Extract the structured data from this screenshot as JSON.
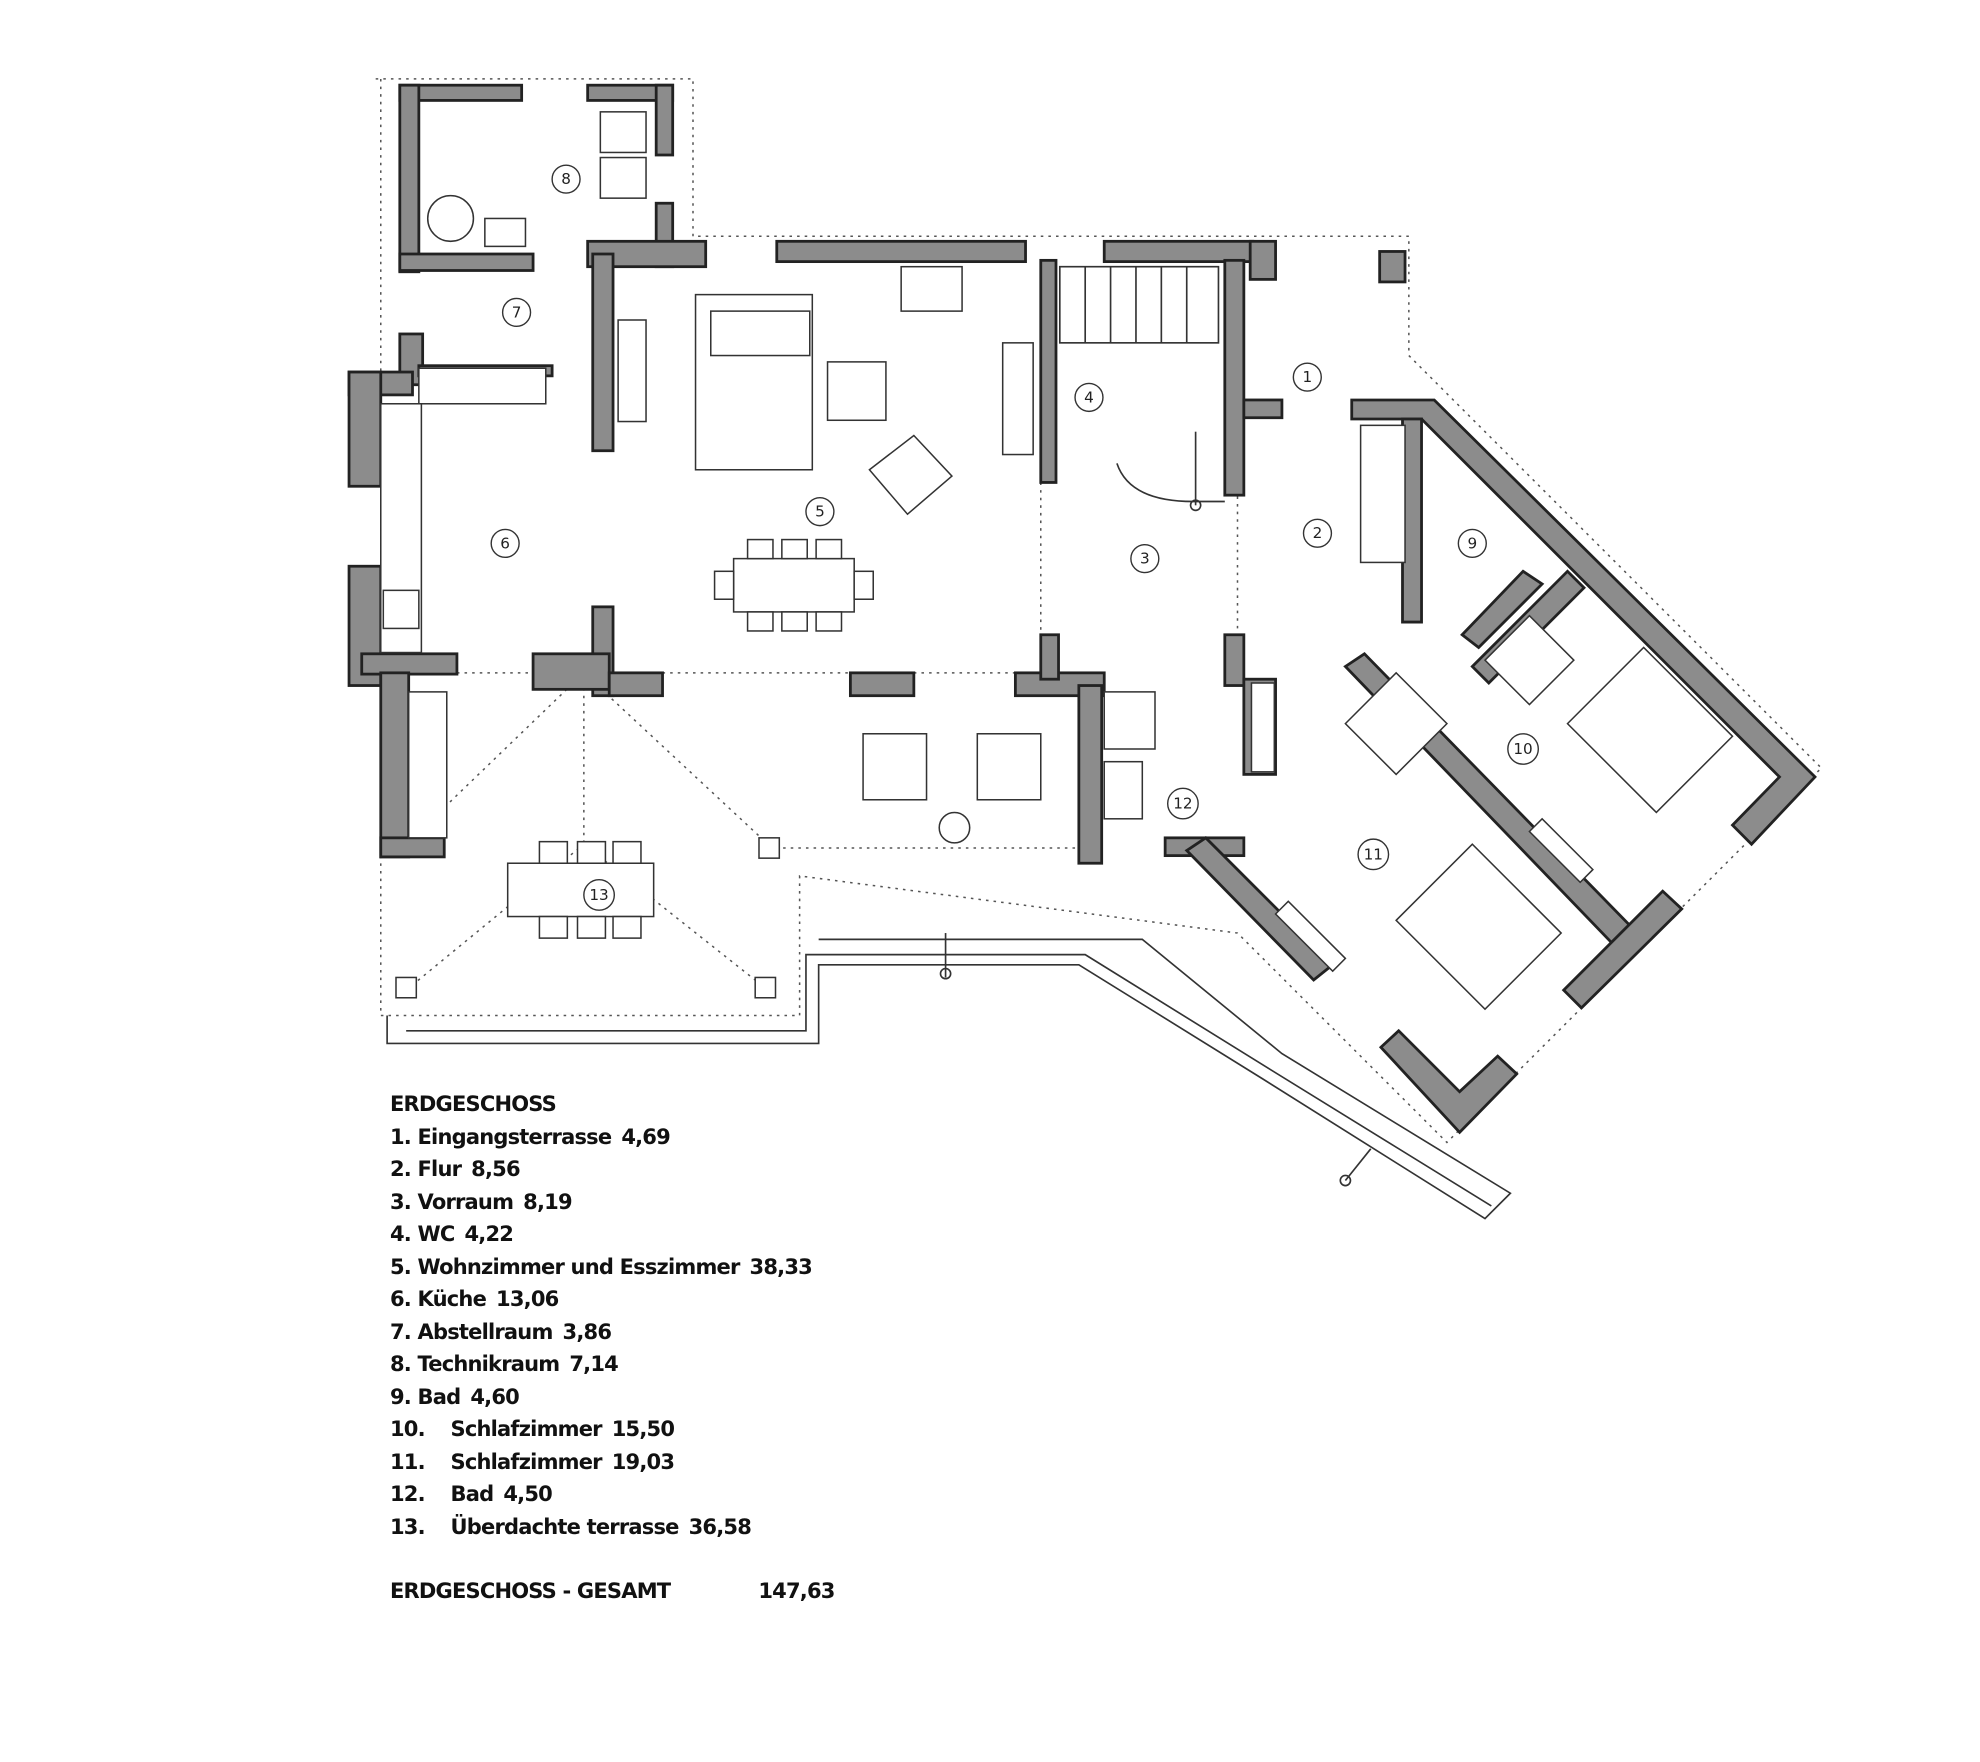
{
  "plan": {
    "title": "ERDGESCHOSS",
    "room_markers": [
      "1",
      "2",
      "3",
      "4",
      "5",
      "6",
      "7",
      "8",
      "9",
      "10",
      "11",
      "12",
      "13"
    ]
  },
  "legend": {
    "heading": "ERDGESCHOSS",
    "rooms": [
      {
        "num": "1.",
        "name": "Eingangsterrasse",
        "area": "4,69"
      },
      {
        "num": "2.",
        "name": "Flur",
        "area": "8,56"
      },
      {
        "num": "3.",
        "name": "Vorraum",
        "area": "8,19"
      },
      {
        "num": "4.",
        "name": "WC",
        "area": "4,22"
      },
      {
        "num": "5.",
        "name": "Wohnzimmer und Esszimmer",
        "area": "38,33"
      },
      {
        "num": "6.",
        "name": "Küche",
        "area": "13,06"
      },
      {
        "num": "7.",
        "name": "Abstellraum",
        "area": "3,86"
      },
      {
        "num": "8.",
        "name": "Technikraum",
        "area": "7,14"
      },
      {
        "num": "9.",
        "name": "Bad",
        "area": "4,60"
      },
      {
        "num": "10.",
        "name": "Schlafzimmer",
        "area": "15,50"
      },
      {
        "num": "11.",
        "name": "Schlafzimmer",
        "area": "19,03"
      },
      {
        "num": "12.",
        "name": "Bad",
        "area": "4,50"
      },
      {
        "num": "13.",
        "name": "Überdachte terrasse",
        "area": "36,58"
      }
    ],
    "total_label": "ERDGESCHOSS - GESAMT",
    "total_area": "147,63"
  }
}
